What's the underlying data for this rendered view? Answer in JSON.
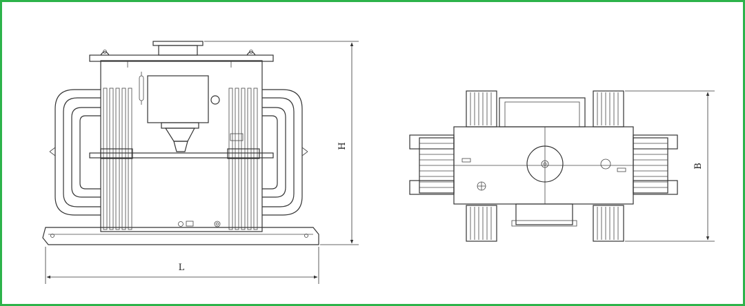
{
  "frame_color": "#2db34a",
  "front_view": {
    "dimension_length_label": "L",
    "dimension_height_label": "H"
  },
  "top_view": {
    "dimension_width_label": "B"
  }
}
